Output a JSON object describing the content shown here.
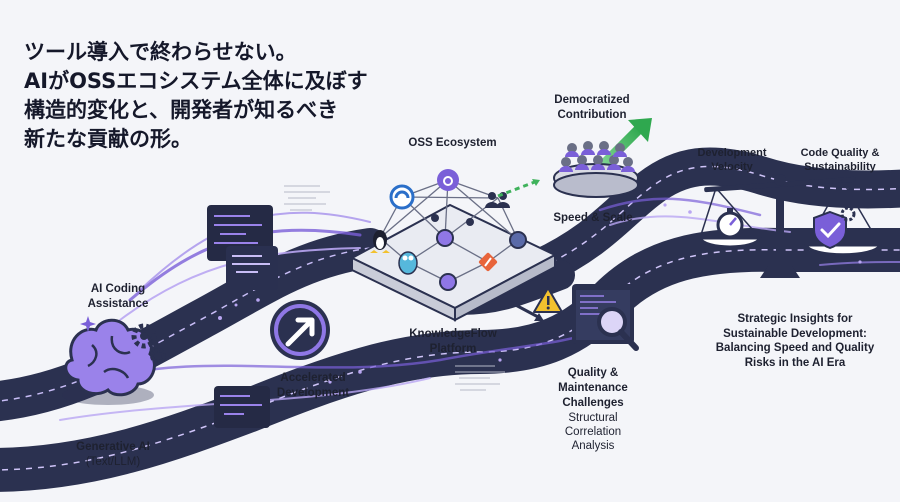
{
  "headline": {
    "lines": [
      "ツール導入で終わらせない。",
      "AIがOSSエコシステム全体に及ぼす",
      "構造的変化と、開発者が知るべき",
      "新たな貢献の形。"
    ]
  },
  "labels": {
    "ai_coding": [
      "AI Coding",
      "Assistance"
    ],
    "generative_ai": [
      "Generative AI",
      "(Text/LLM)"
    ],
    "accelerated": [
      "Accelerated",
      "Development"
    ],
    "oss_ecosystem": "OSS Ecosystem",
    "platform": [
      "KnowledgeFlow",
      "Platform"
    ],
    "democratized": [
      "Democratized",
      "Contribution"
    ],
    "speed_scale": "Speed & Scale",
    "quality": [
      "Quality &",
      "Maintenance",
      "Challenges"
    ],
    "structural": [
      "Structural",
      "Correlation",
      "Analysis"
    ],
    "dev_velocity": [
      "Development",
      "Velocity"
    ],
    "code_quality": [
      "Code Quality &",
      "Sustainability"
    ],
    "insights": [
      "Strategic Insights for",
      "Sustainable Development:",
      "Balancing Speed and Quality",
      "Risks in the AI Era"
    ]
  },
  "colors": {
    "navy": "#2b3150",
    "purple": "#7a5fd8",
    "light_purple": "#b9a6f2",
    "green": "#3fb25c",
    "warning": "#f2c12e"
  },
  "icons": [
    "brain-gears-icon",
    "arrow-circle-icon",
    "linux-icon",
    "github-icon",
    "go-gopher-icon",
    "git-icon",
    "magnifier-icon",
    "warning-icon",
    "balance-scale-icon",
    "stopwatch-icon",
    "shield-check-icon",
    "people-group-icon"
  ]
}
